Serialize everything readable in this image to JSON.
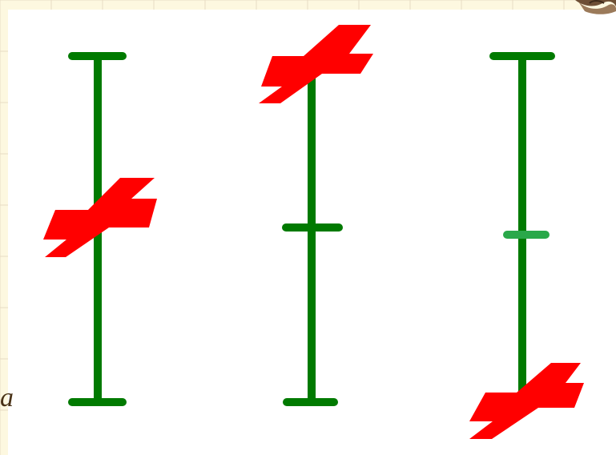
{
  "background": {
    "paper_color": "#fdf8e0",
    "grid_color": "#e8dcc4",
    "card_color": "#ffffff",
    "corner_ornament_icon": "carved-ornament-icon",
    "edge_text": "a"
  },
  "diagram": {
    "rod_color": "#007a00",
    "cross_color": "#ff0000",
    "small_tick_color": "#2aa84a",
    "rods": [
      {
        "id": "rod-1",
        "middle_mark": "cross",
        "cross_position": "middle"
      },
      {
        "id": "rod-2",
        "middle_mark": "tick",
        "cross_position": "top"
      },
      {
        "id": "rod-3",
        "middle_mark": "short-tick",
        "cross_position": "bottom"
      }
    ]
  }
}
